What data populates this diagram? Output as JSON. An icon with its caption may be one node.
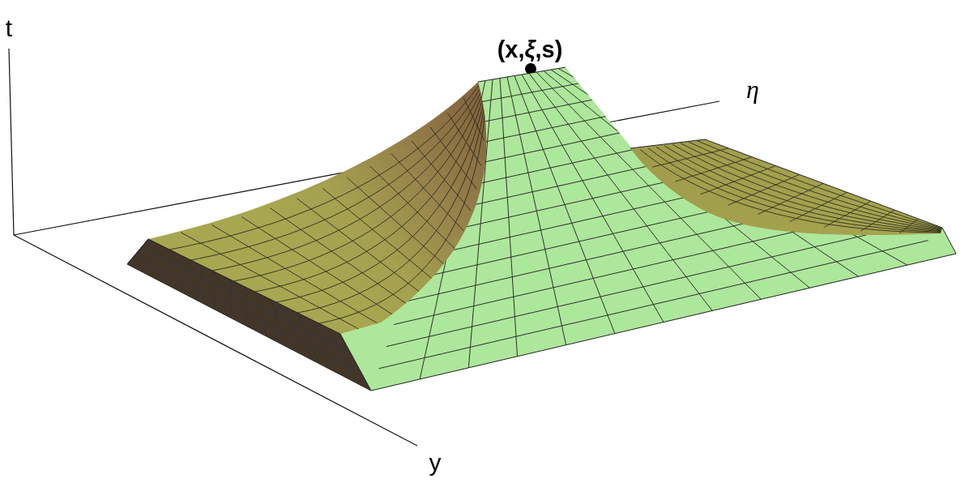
{
  "diagram": {
    "labels": [
      "t",
      "(x,*ξ*,s)",
      "η",
      "y"
    ]
  }
}
